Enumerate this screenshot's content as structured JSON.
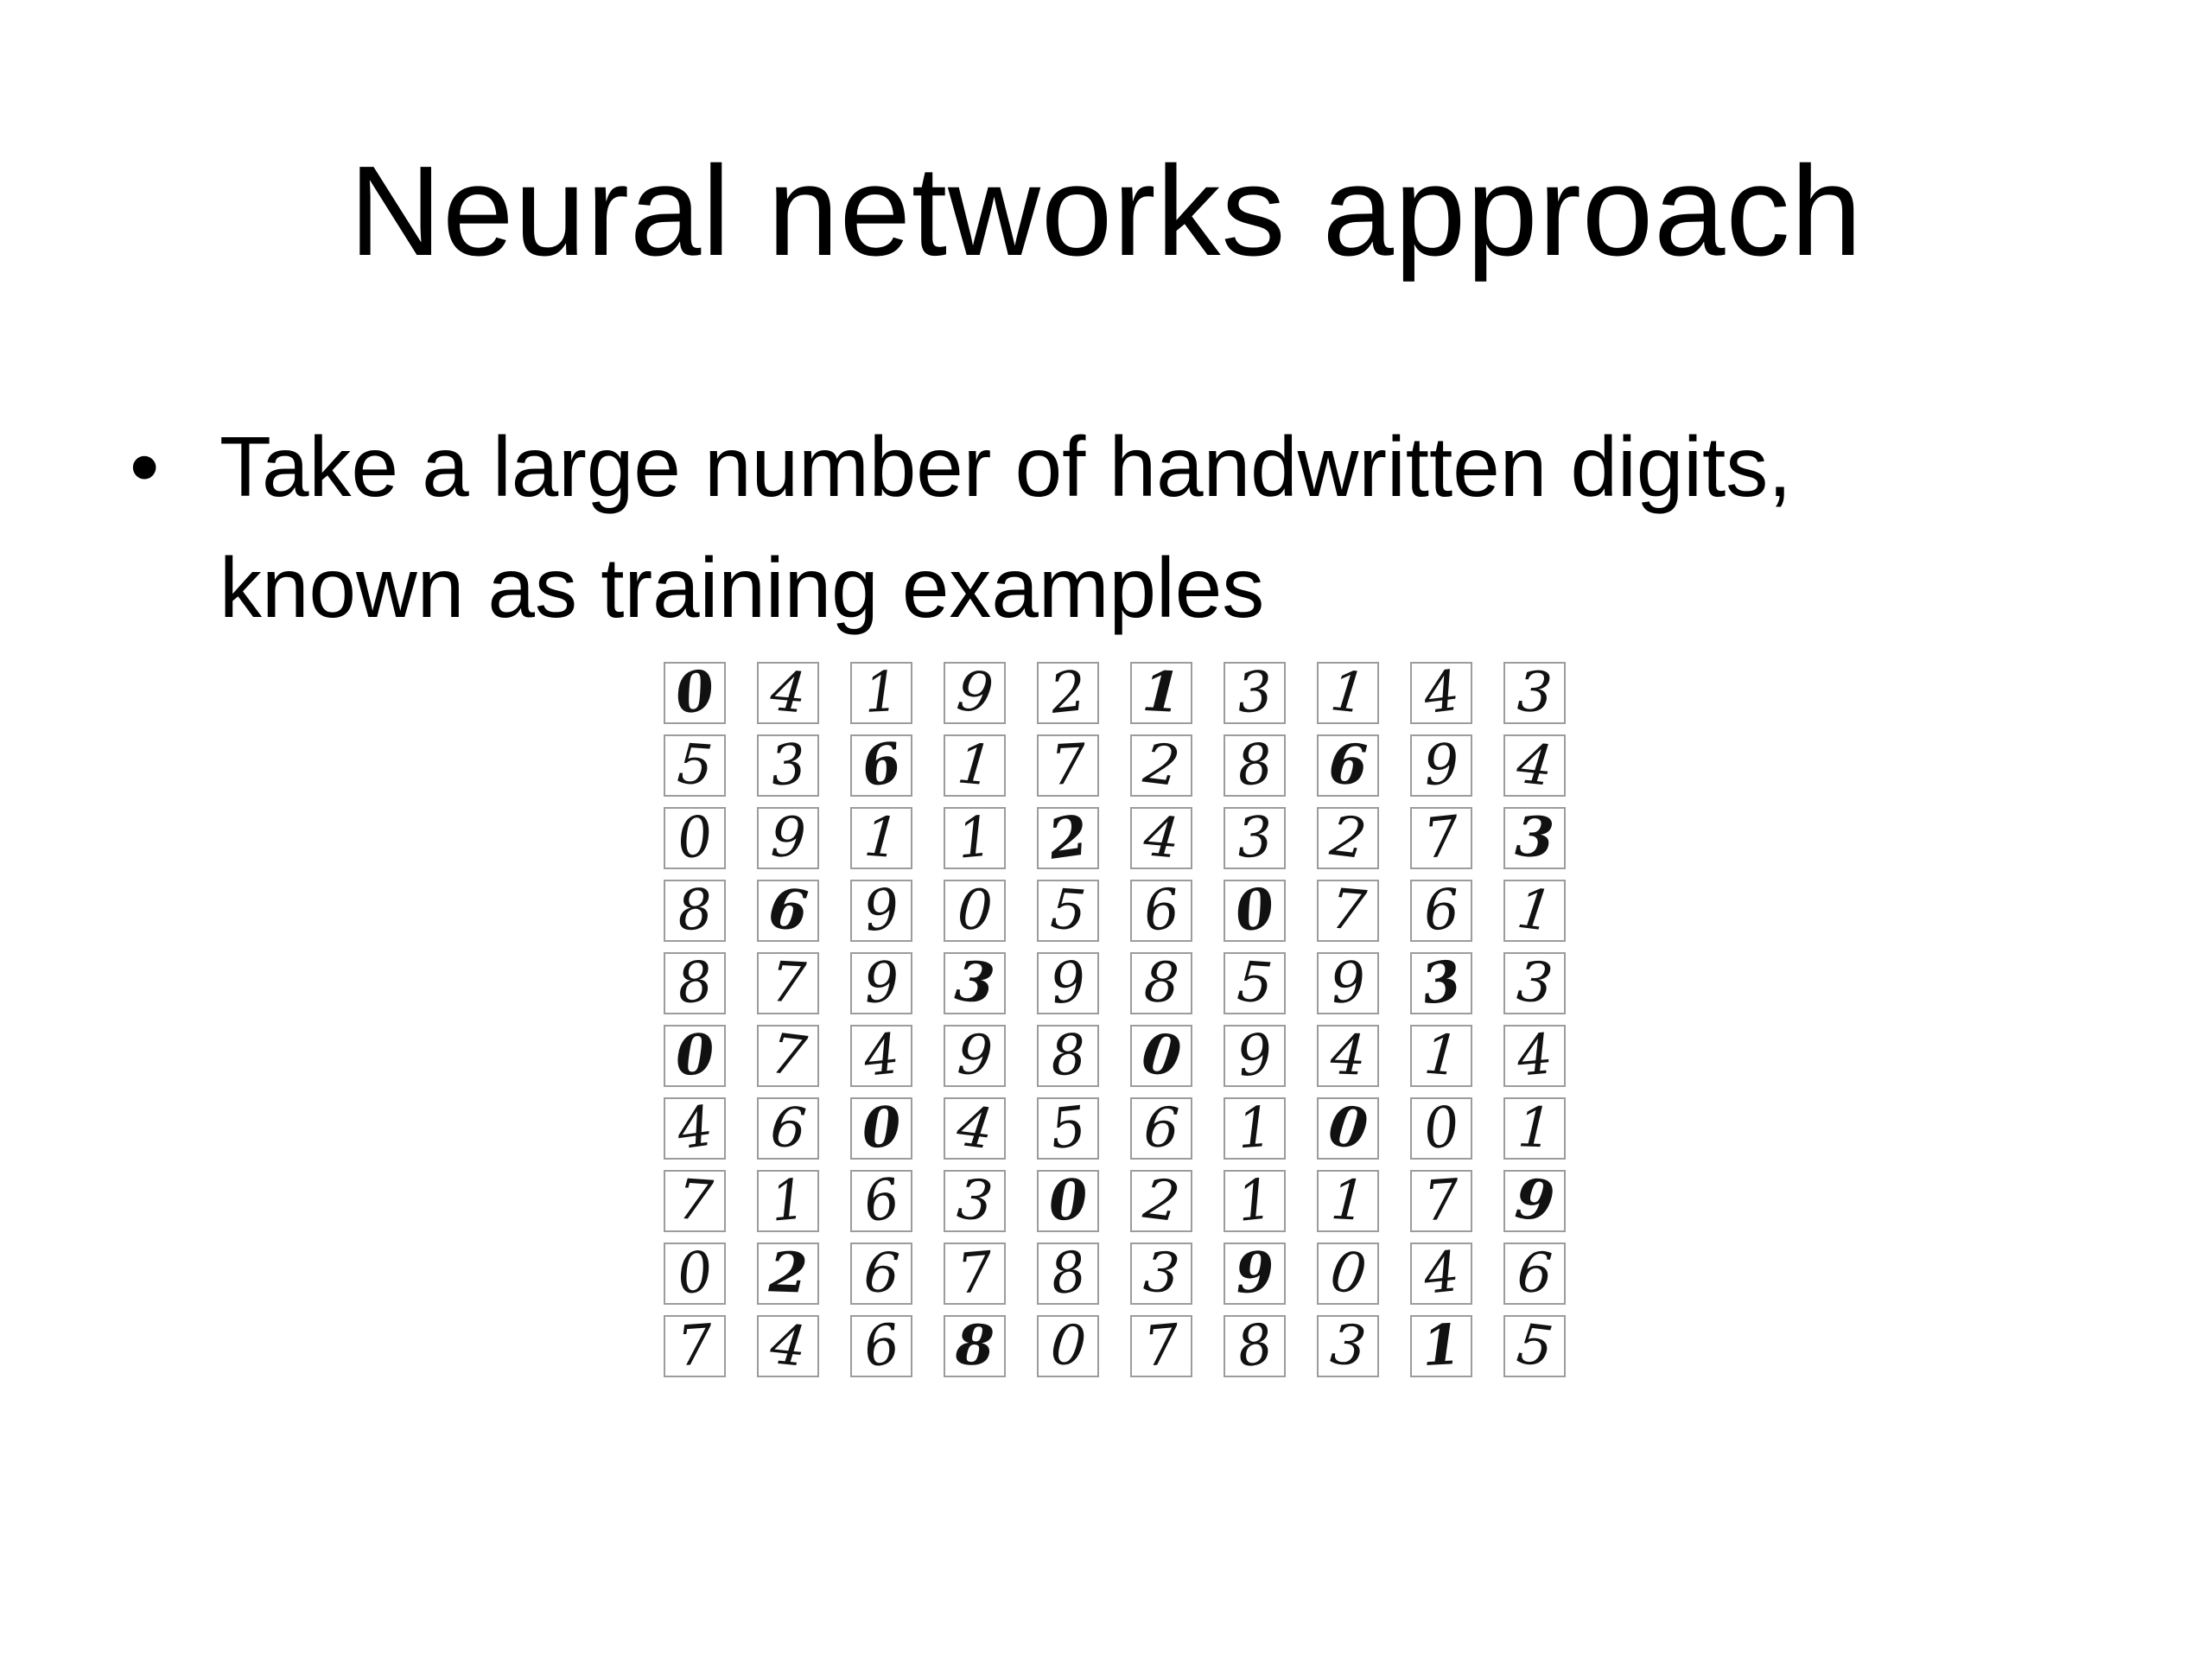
{
  "slide": {
    "title": "Neural networks approach",
    "bullets": [
      {
        "marker": "•",
        "line1": "Take a large number of handwritten digits,",
        "line2": "known as training examples"
      }
    ],
    "digit_grid": {
      "rows": [
        [
          "0",
          "4",
          "1",
          "9",
          "2",
          "1",
          "3",
          "1",
          "4",
          "3"
        ],
        [
          "5",
          "3",
          "6",
          "1",
          "7",
          "2",
          "8",
          "6",
          "9",
          "4"
        ],
        [
          "0",
          "9",
          "1",
          "1",
          "2",
          "4",
          "3",
          "2",
          "7",
          "3"
        ],
        [
          "8",
          "6",
          "9",
          "0",
          "5",
          "6",
          "0",
          "7",
          "6",
          "1"
        ],
        [
          "8",
          "7",
          "9",
          "3",
          "9",
          "8",
          "5",
          "9",
          "3",
          "3"
        ],
        [
          "0",
          "7",
          "4",
          "9",
          "8",
          "0",
          "9",
          "4",
          "1",
          "4"
        ],
        [
          "4",
          "6",
          "0",
          "4",
          "5",
          "6",
          "1",
          "0",
          "0",
          "1"
        ],
        [
          "7",
          "1",
          "6",
          "3",
          "0",
          "2",
          "1",
          "1",
          "7",
          "9"
        ],
        [
          "0",
          "2",
          "6",
          "7",
          "8",
          "3",
          "9",
          "0",
          "4",
          "6"
        ],
        [
          "7",
          "4",
          "6",
          "8",
          "0",
          "7",
          "8",
          "3",
          "1",
          "5"
        ]
      ]
    }
  }
}
